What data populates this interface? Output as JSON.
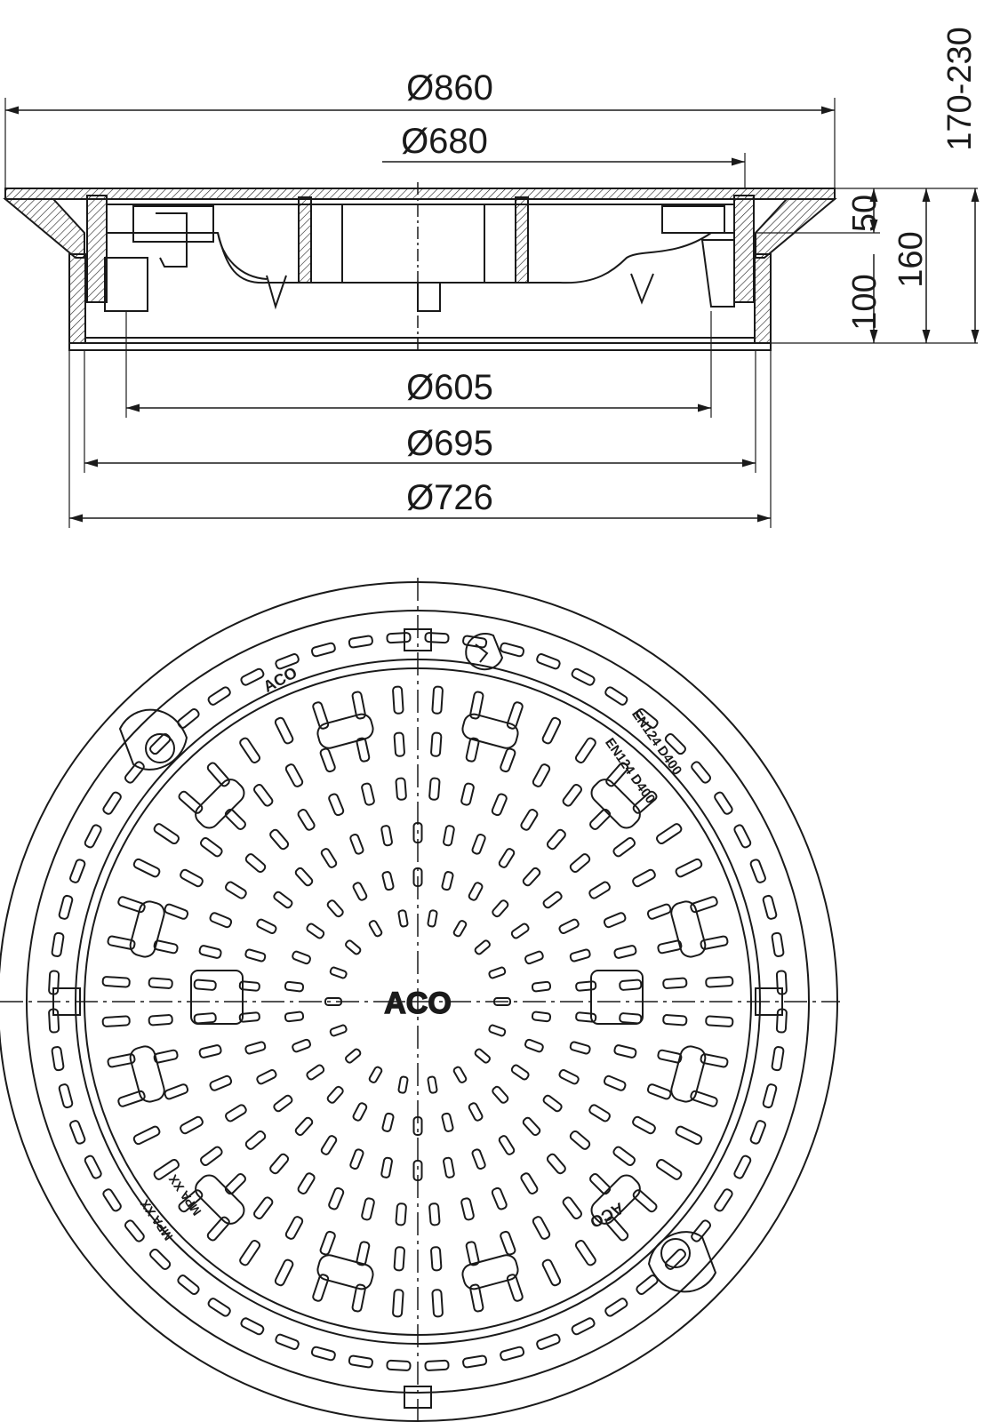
{
  "section_view": {
    "dimensions": {
      "d860": "Ø860",
      "d680": "Ø680",
      "d605": "Ø605",
      "d695": "Ø695",
      "d726": "Ø726",
      "h50": "50",
      "h100": "100",
      "h160": "160",
      "h170_230": "170-230"
    }
  },
  "plan_view": {
    "markings": {
      "logo_center": "ACO",
      "logo_top": "ACO",
      "logo_bottom": "ACO",
      "standard_outer": "EN124 D400",
      "standard_inner": "EN124 D400",
      "mpa_outer": "MPA XX",
      "mpa_inner": "MPA XX"
    }
  },
  "colors": {
    "line": "#1a1a1a",
    "background": "#ffffff"
  }
}
